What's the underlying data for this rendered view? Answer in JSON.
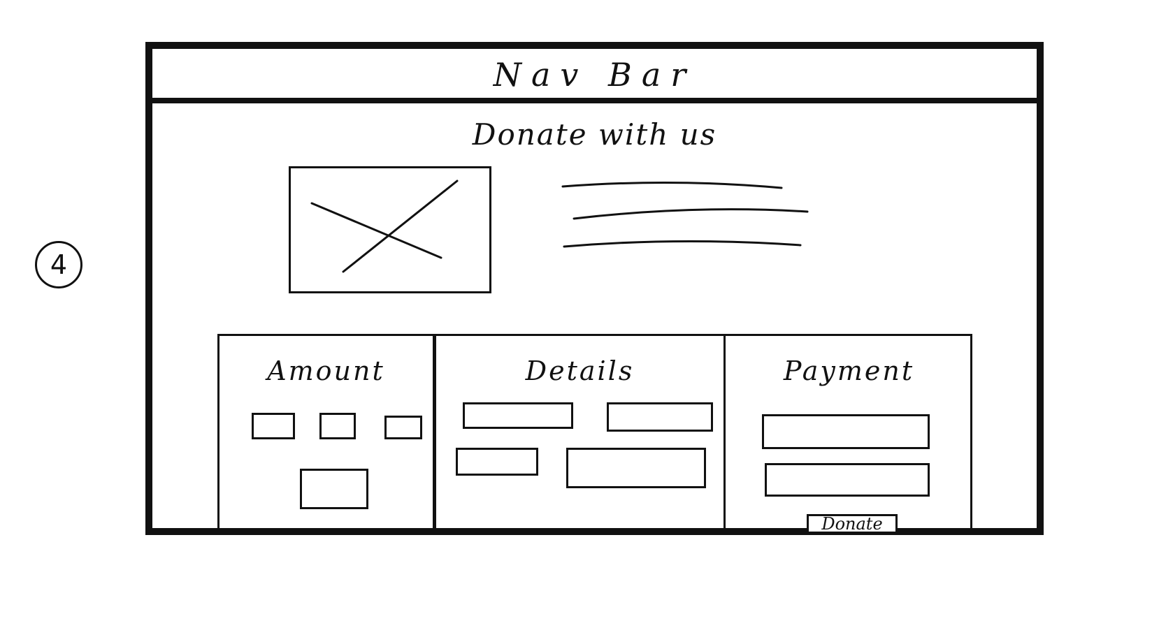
{
  "step_number": "4",
  "nav": {
    "label": "Nav Bar"
  },
  "hero": {
    "title": "Donate with us",
    "image": "image-placeholder"
  },
  "donation_form": {
    "amount": {
      "heading": "Amount"
    },
    "details": {
      "heading": "Details"
    },
    "payment": {
      "heading": "Payment",
      "submit_label": "Donate"
    }
  },
  "colors": {
    "ink": "#111111",
    "paper": "#ffffff"
  }
}
